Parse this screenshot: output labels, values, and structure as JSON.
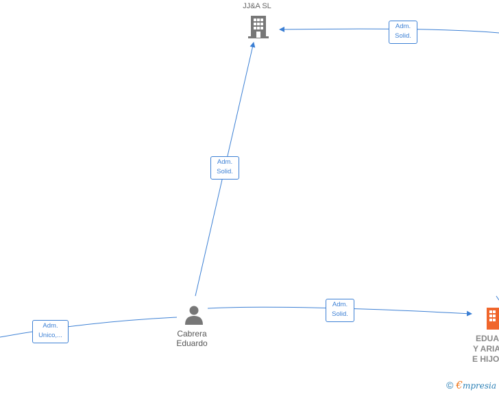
{
  "nodes": {
    "company_top": {
      "label": "JJ&A  SL"
    },
    "person": {
      "line1": "Cabrera",
      "line2": "Eduardo"
    },
    "company_right": {
      "line1": "EDUA",
      "line2": "Y ARIA",
      "line3": "E HIJO"
    }
  },
  "edges": {
    "top_right": {
      "line1": "Adm.",
      "line2": "Solid."
    },
    "person_top": {
      "line1": "Adm.",
      "line2": "Solid."
    },
    "person_right": {
      "line1": "Adm.",
      "line2": "Solid."
    },
    "left_person": {
      "line1": "Adm.",
      "line2": "Unico,..."
    }
  },
  "brand": {
    "copyright": "©",
    "initial": "€",
    "name": "mpresia"
  },
  "colors": {
    "edge": "#3b7fd4",
    "company_icon": "#777777",
    "highlight_company": "#f0662c",
    "person_icon": "#777777"
  }
}
